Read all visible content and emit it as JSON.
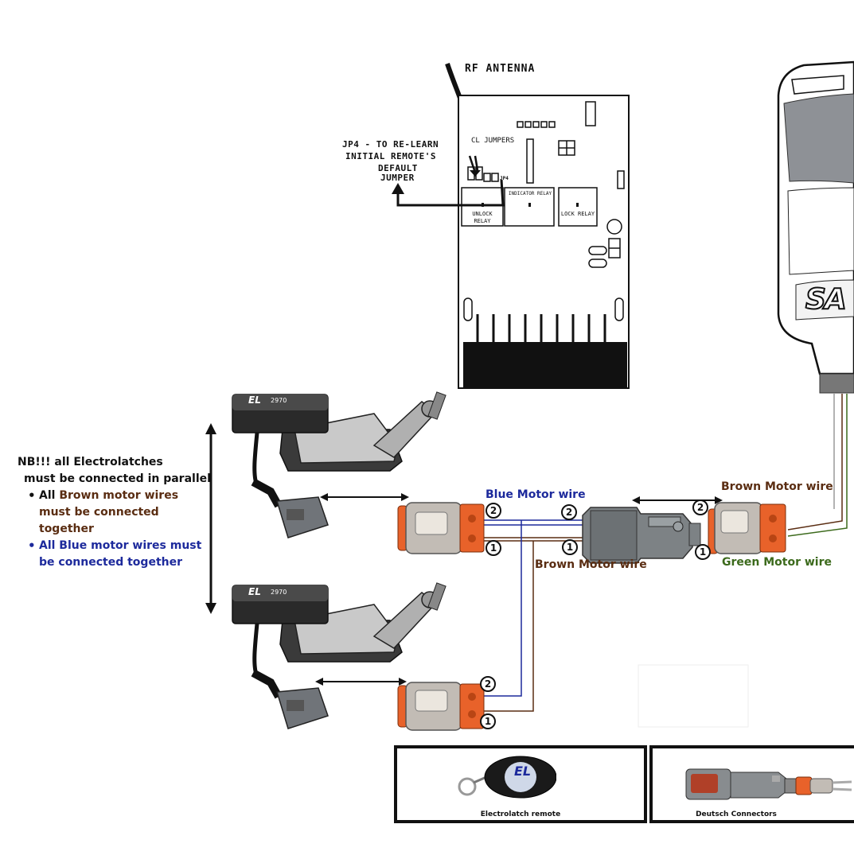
{
  "pcb": {
    "antenna_label": "RF ANTENNA",
    "jp4_line1": "JP4 - TO RE-LEARN",
    "jp4_line2": "INITIAL REMOTE'S",
    "jp4_line3": "DEFAULT",
    "jp4_line4": "JUMPER",
    "cl_jumpers": "CL JUMPERS",
    "jp4_tag": "JP4",
    "indicator_relay": "INDICATOR RELAY",
    "unlock_relay": "UNLOCK RELAY",
    "lock_relay": "LOCK RELAY"
  },
  "receiver_logo": "SA",
  "note": {
    "line1": "NB!!! all Electrolatches",
    "line2": "must be connected in parallel",
    "item1_prefix": "All ",
    "item1_brown": "Brown motor wires",
    "item1_suffix": "must be connected together",
    "item2": "All Blue motor wires must be connected together"
  },
  "wires": {
    "blue_motor": "Blue Motor wire",
    "brown_motor_top": "Brown Motor wire",
    "brown_motor_mid": "Brown Motor wire",
    "green_motor": "Green Motor wire"
  },
  "pins": {
    "two": "2",
    "one": "1"
  },
  "latch": {
    "brand": "EL",
    "model": "2970"
  },
  "legend": {
    "remote_caption": "Electrolatch remote",
    "deutsch_caption": "Deutsch Connectors",
    "remote_logo": "EL"
  },
  "colors": {
    "blue_wire": "#1d2a9c",
    "brown_wire": "#5a2d12",
    "green_wire": "#3c6a1c",
    "connector_orange": "#e8622a"
  }
}
